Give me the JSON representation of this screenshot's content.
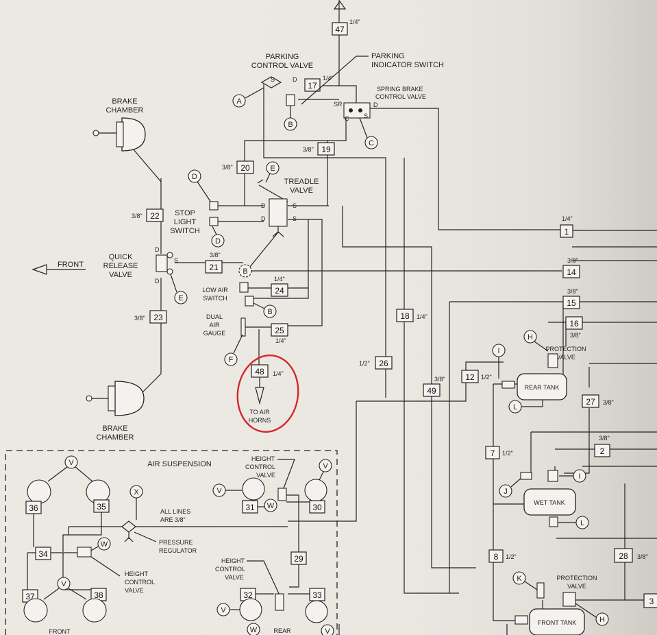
{
  "labels": {
    "parking_control_valve": [
      "PARKING",
      "CONTROL VALVE"
    ],
    "parking_indicator_switch": [
      "PARKING",
      "INDICATOR SWITCH"
    ],
    "spring_brake_control_valve": [
      "SPRING BRAKE",
      "CONTROL VALVE"
    ],
    "brake_chamber_top": [
      "BRAKE",
      "CHAMBER"
    ],
    "brake_chamber_bottom": [
      "BRAKE",
      "CHAMBER"
    ],
    "treadle_valve": [
      "TREADLE",
      "VALVE"
    ],
    "stop_light_switch": [
      "STOP",
      "LIGHT",
      "SWITCH"
    ],
    "quick_release_valve": [
      "QUICK",
      "RELEASE",
      "VALVE"
    ],
    "front_arrow": "FRONT",
    "low_air_switch": [
      "LOW AIR",
      "SWITCH"
    ],
    "dual_air_gauge": [
      "DUAL",
      "AIR",
      "GAUGE"
    ],
    "to_air_horns": [
      "TO AIR",
      "HORNS"
    ],
    "air_suspension": "AIR SUSPENSION",
    "height_control_valve_top": [
      "HEIGHT",
      "CONTROL",
      "VALVE"
    ],
    "height_control_valve_left": [
      "HEIGHT",
      "CONTROL",
      "VALVE"
    ],
    "height_control_valve_bottom": [
      "HEIGHT",
      "CONTROL",
      "VALVE"
    ],
    "all_lines": [
      "ALL LINES",
      "ARE 3/8\""
    ],
    "pressure_regulator": [
      "PRESSURE",
      "REGULATOR"
    ],
    "protection_valve_top": [
      "PROTECTION",
      "VALVE"
    ],
    "protection_valve_bottom": [
      "PROTECTION",
      "VALVE"
    ],
    "rear_tank": "REAR TANK",
    "wet_tank": "WET TANK",
    "front_tank": "FRONT TANK",
    "front_bottom": "FRONT",
    "rear_bottom": "REAR"
  },
  "boxes": {
    "b47": "47",
    "b17": "17",
    "b19": "19",
    "b20": "20",
    "b22": "22",
    "b21": "21",
    "b24": "24",
    "b25": "25",
    "b23": "23",
    "b48": "48",
    "b18": "18",
    "b26": "26",
    "b49": "49",
    "b12": "12",
    "b7": "7",
    "b8": "8",
    "b27": "27",
    "b14": "14",
    "b15": "15",
    "b16": "16",
    "b2": "2",
    "b28": "28",
    "b1": "1",
    "b36": "36",
    "b35": "35",
    "b34": "34",
    "b37": "37",
    "b38": "38",
    "b31": "31",
    "b30": "30",
    "b29": "29",
    "b32": "32",
    "b33": "33",
    "b3x": "3"
  },
  "sizes": {
    "s47": "1/4\"",
    "s17": "1/4\"",
    "s19": "3/8\"",
    "s20": "3/8\"",
    "s22": "3/8\"",
    "s21": "3/8\"",
    "s24": "1/4\"",
    "s25": "1/4\"",
    "s23": "3/8\"",
    "s48": "1/4\"",
    "s18": "1/4\"",
    "s26": "1/2\"",
    "s49": "3/8\"",
    "s12": "1/2\"",
    "s7": "1/2\"",
    "s8": "1/2\"",
    "s27": "3/8\"",
    "s14": "3/8\"",
    "s15": "3/8\"",
    "s16": "3/8\"",
    "s2": "3/8\"",
    "s28": "3/8\"",
    "s1": "1/4\""
  },
  "ports": {
    "S": "S",
    "D": "D",
    "SR": "SR",
    "C": "C"
  },
  "callouts": {
    "A": "A",
    "B": "B",
    "C": "C",
    "D": "D",
    "E": "E",
    "F": "F",
    "H": "H",
    "I": "I",
    "J": "J",
    "K": "K",
    "L": "L",
    "V": "V",
    "W": "W",
    "X": "X"
  },
  "colors": {
    "highlight": "#d3262b",
    "ink": "#222222",
    "paper": "#ece9e3"
  }
}
